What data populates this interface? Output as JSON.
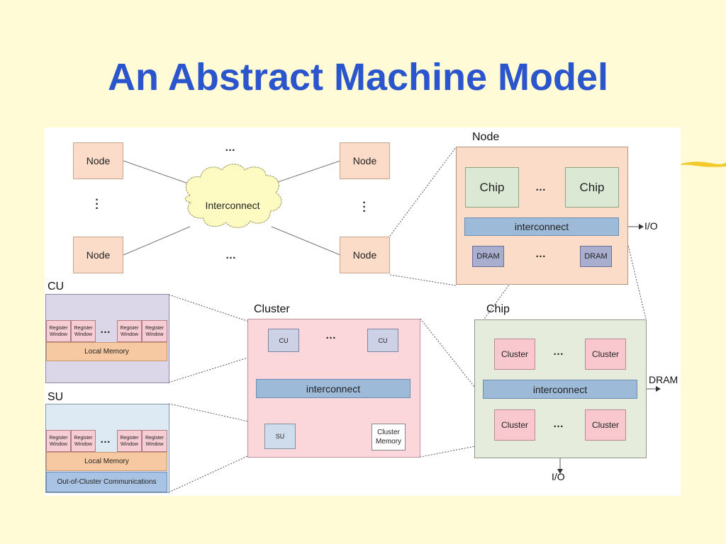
{
  "slide": {
    "title": "An Abstract Machine Model"
  },
  "system": {
    "node_label": "Node",
    "interconnect_label": "Interconnect",
    "ellipsis_h": "…",
    "ellipsis_v": "⋮"
  },
  "node_detail": {
    "caption": "Node",
    "chip_label": "Chip",
    "interconnect_label": "interconnect",
    "dram_label": "DRAM",
    "io_label": "I/O",
    "ellipsis": "…"
  },
  "chip_detail": {
    "caption": "Chip",
    "cluster_label": "Cluster",
    "interconnect_label": "interconnect",
    "dram_label": "DRAM",
    "io_label": "I/O",
    "ellipsis": "…"
  },
  "cluster_detail": {
    "caption": "Cluster",
    "cu_label": "CU",
    "su_label": "SU",
    "interconnect_label": "interconnect",
    "cluster_memory_label": "Cluster Memory",
    "ellipsis": "…"
  },
  "cu_detail": {
    "caption": "CU",
    "register_window_label": "Register Window",
    "local_memory_label": "Local Memory",
    "ellipsis": "…"
  },
  "su_detail": {
    "caption": "SU",
    "register_window_label": "Register Window",
    "local_memory_label": "Local Memory",
    "ooc_label": "Out-of-Cluster Communications",
    "ellipsis": "…"
  },
  "colors": {
    "background": "#fefbd6",
    "title": "#2a55cc",
    "node": "#fbdcc8",
    "chip": "#dbe8d3",
    "interconnect": "#9dbad9",
    "dram": "#a9aecf",
    "cluster": "#f9c8cf",
    "cloud": "#fdfbc1"
  }
}
